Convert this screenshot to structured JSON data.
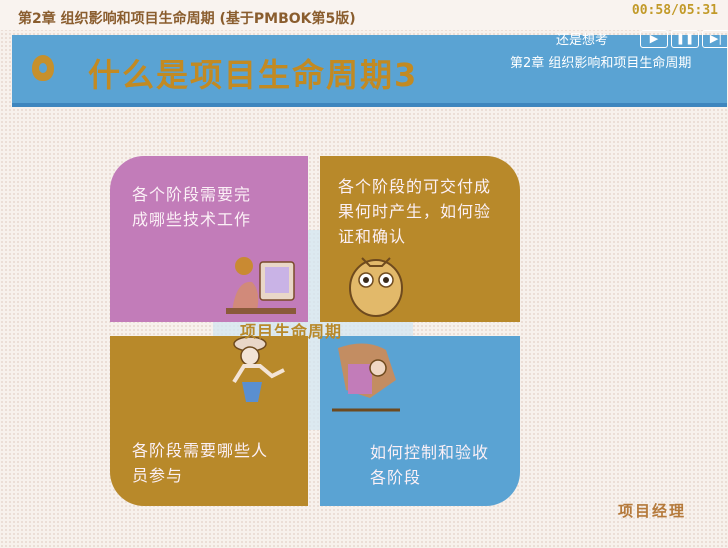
{
  "top_bar": {
    "title": "第2章 组织影响和项目生命周期 (基于PMBOK第5版)",
    "time": "00:58/05:31"
  },
  "header": {
    "title": "什么是项目生命周期3",
    "label": "还是想考",
    "subtitle": "第2章 组织影响和项目生命周期"
  },
  "diagram": {
    "center": "项目生命周期",
    "quadrants": [
      "各个阶段需要完成哪些技术工作",
      "各个阶段的可交付成果何时产生，如何验证和确认",
      "各阶段需要哪些人员参与",
      "如何控制和验收各阶段"
    ]
  },
  "footer": {
    "label": "项目经理"
  },
  "colors": {
    "header_band": "#5aa3d3",
    "title_gold": "#c28a22",
    "pink": "#c27cb9",
    "gold": "#b8892a",
    "blue": "#5aa3d3"
  },
  "icons": [
    "slide-bullet-icon",
    "media-controls-icon"
  ]
}
